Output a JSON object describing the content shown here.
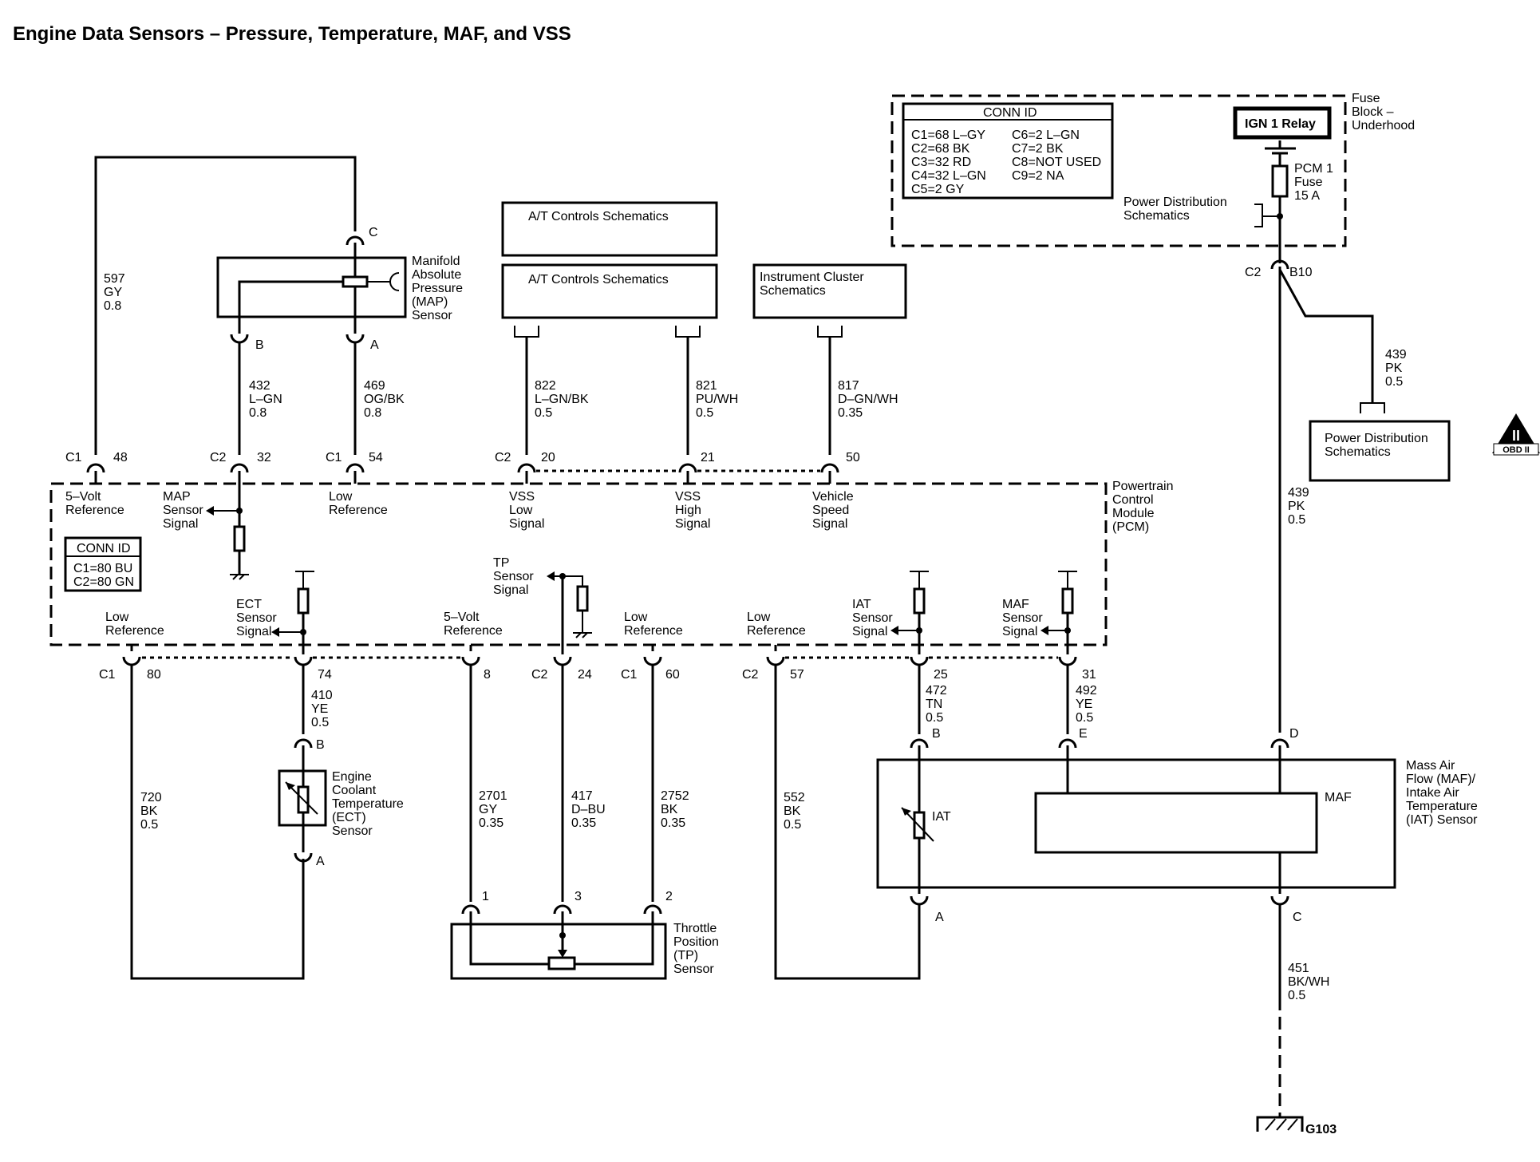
{
  "title": "Engine Data Sensors – Pressure, Temperature, MAF, and VSS",
  "fuse_block": {
    "label": [
      "Fuse",
      "Block –",
      "Underhood"
    ],
    "relay": "IGN 1 Relay",
    "fuse": [
      "PCM 1",
      "Fuse",
      "15 A"
    ],
    "power_distribution": [
      "Power Distribution",
      "Schematics"
    ],
    "conn_id": {
      "header": "CONN ID",
      "left": [
        "C1=68 L–GY",
        "C2=68 BK",
        "C3=32 RD",
        "C4=32 L–GN",
        "C5=2 GY"
      ],
      "right": [
        "C6=2 L–GN",
        "C7=2 BK",
        "C8=NOT USED",
        "C9=2 NA"
      ]
    }
  },
  "pcm": {
    "label": [
      "Powertrain",
      "Control",
      "Module",
      "(PCM)"
    ],
    "conn_id": {
      "header": "CONN ID",
      "rows": [
        "C1=80 BU",
        "C2=80 GN"
      ]
    },
    "top_pins": [
      {
        "conn": "C1",
        "pin": "48",
        "label": [
          "5–Volt",
          "Reference"
        ]
      },
      {
        "conn": "C2",
        "pin": "32",
        "label": [
          "MAP",
          "Sensor",
          "Signal"
        ]
      },
      {
        "conn": "C1",
        "pin": "54",
        "label": [
          "Low",
          "Reference"
        ]
      },
      {
        "conn": "C2",
        "pin": "20",
        "label": [
          "VSS",
          "Low",
          "Signal"
        ]
      },
      {
        "conn": "",
        "pin": "21",
        "label": [
          "VSS",
          "High",
          "Signal"
        ]
      },
      {
        "conn": "",
        "pin": "50",
        "label": [
          "Vehicle",
          "Speed",
          "Signal"
        ]
      }
    ],
    "bottom_pins": [
      {
        "conn": "C1",
        "pin": "80",
        "label": [
          "Low",
          "Reference"
        ]
      },
      {
        "conn": "",
        "pin": "74",
        "label": [
          "ECT",
          "Sensor",
          "Signal"
        ]
      },
      {
        "conn": "",
        "pin": "8",
        "label": [
          "5–Volt",
          "Reference"
        ]
      },
      {
        "conn": "C2",
        "pin": "24",
        "label": [
          "TP",
          "Sensor",
          "Signal"
        ]
      },
      {
        "conn": "C1",
        "pin": "60",
        "label": [
          "Low",
          "Reference"
        ]
      },
      {
        "conn": "C2",
        "pin": "57",
        "label": [
          "Low",
          "Reference"
        ]
      },
      {
        "conn": "",
        "pin": "25",
        "label": [
          "IAT",
          "Sensor",
          "Signal"
        ]
      },
      {
        "conn": "",
        "pin": "31",
        "label": [
          "MAF",
          "Sensor",
          "Signal"
        ]
      }
    ]
  },
  "wires": {
    "w597": [
      "597",
      "GY",
      "0.8"
    ],
    "w432": [
      "432",
      "L–GN",
      "0.8"
    ],
    "w469": [
      "469",
      "OG/BK",
      "0.8"
    ],
    "w822": [
      "822",
      "L–GN/BK",
      "0.5"
    ],
    "w821": [
      "821",
      "PU/WH",
      "0.5"
    ],
    "w817": [
      "817",
      "D–GN/WH",
      "0.35"
    ],
    "w439a": [
      "439",
      "PK",
      "0.5"
    ],
    "w439b": [
      "439",
      "PK",
      "0.5"
    ],
    "w720": [
      "720",
      "BK",
      "0.5"
    ],
    "w410": [
      "410",
      "YE",
      "0.5"
    ],
    "w2701": [
      "2701",
      "GY",
      "0.35"
    ],
    "w417": [
      "417",
      "D–BU",
      "0.35"
    ],
    "w2752": [
      "2752",
      "BK",
      "0.35"
    ],
    "w552": [
      "552",
      "BK",
      "0.5"
    ],
    "w472": [
      "472",
      "TN",
      "0.5"
    ],
    "w492": [
      "492",
      "YE",
      "0.5"
    ],
    "w451": [
      "451",
      "BK/WH",
      "0.5"
    ]
  },
  "components": {
    "map": [
      "Manifold",
      "Absolute",
      "Pressure",
      "(MAP)",
      "Sensor"
    ],
    "map_pins": {
      "c": "C",
      "b": "B",
      "a": "A"
    },
    "at1": "A/T Controls Schematics",
    "at2": "A/T Controls Schematics",
    "ic": [
      "Instrument Cluster",
      "Schematics"
    ],
    "pd": [
      "Power Distribution",
      "Schematics"
    ],
    "fuse_conn": {
      "conn": "C2",
      "pin": "B10"
    },
    "ect": [
      "Engine",
      "Coolant",
      "Temperature",
      "(ECT)",
      "Sensor"
    ],
    "ect_pins": {
      "b": "B",
      "a": "A"
    },
    "tp": [
      "Throttle",
      "Position",
      "(TP)",
      "Sensor"
    ],
    "tp_pins": [
      "1",
      "3",
      "2"
    ],
    "maf": [
      "Mass Air",
      "Flow (MAF)/",
      "Intake Air",
      "Temperature",
      "(IAT) Sensor"
    ],
    "maf_pins": {
      "b": "B",
      "e": "E",
      "d": "D",
      "a": "A",
      "c": "C"
    },
    "iat_label": "IAT",
    "maf_label": "MAF",
    "ground": "G103",
    "obd": "OBD II",
    "obd_mark": "II"
  }
}
